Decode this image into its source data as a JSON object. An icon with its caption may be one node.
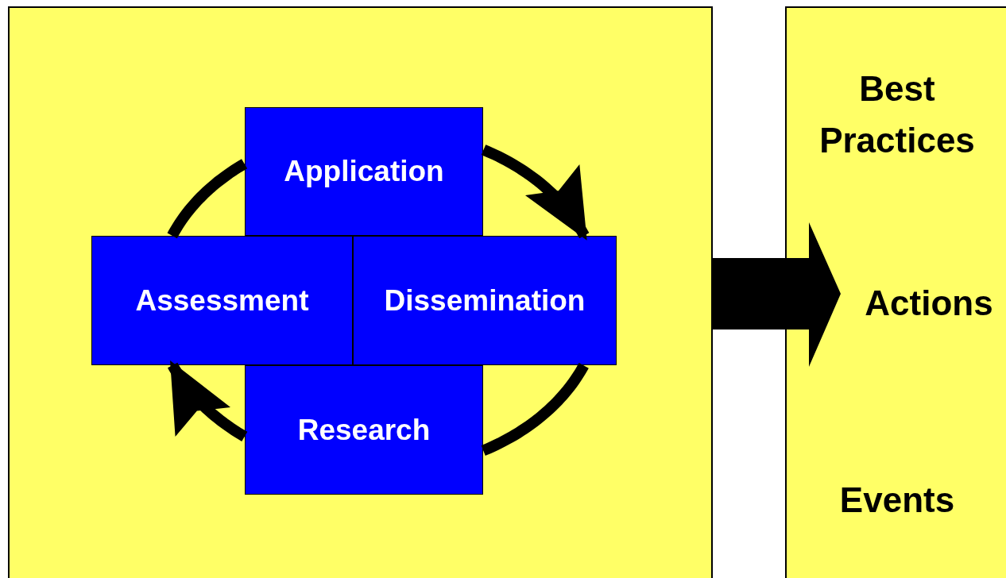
{
  "diagram": {
    "nodes": [
      {
        "text": [],
        "shape": "box"
      },
      {
        "text": [
          "Application"
        ],
        "in": 0
      },
      {
        "text": [
          "Assessment"
        ],
        "in": 0
      },
      {
        "text": [
          "Dissemination"
        ],
        "in": 0
      },
      {
        "text": [
          "Research"
        ],
        "in": 0
      },
      {
        "text": [
          "Best Practices",
          "Actions",
          "Events"
        ]
      }
    ],
    "edges": [
      {
        "from": 1,
        "to": 3,
        "arrow": "to"
      },
      {
        "from": 3,
        "to": 4,
        "arrow": "none"
      },
      {
        "from": 4,
        "to": 2,
        "arrow": "to"
      },
      {
        "from": 2,
        "to": 1,
        "arrow": "none"
      },
      {
        "from": 0,
        "to": 5,
        "arrow": "to",
        "style": "thick"
      }
    ]
  }
}
